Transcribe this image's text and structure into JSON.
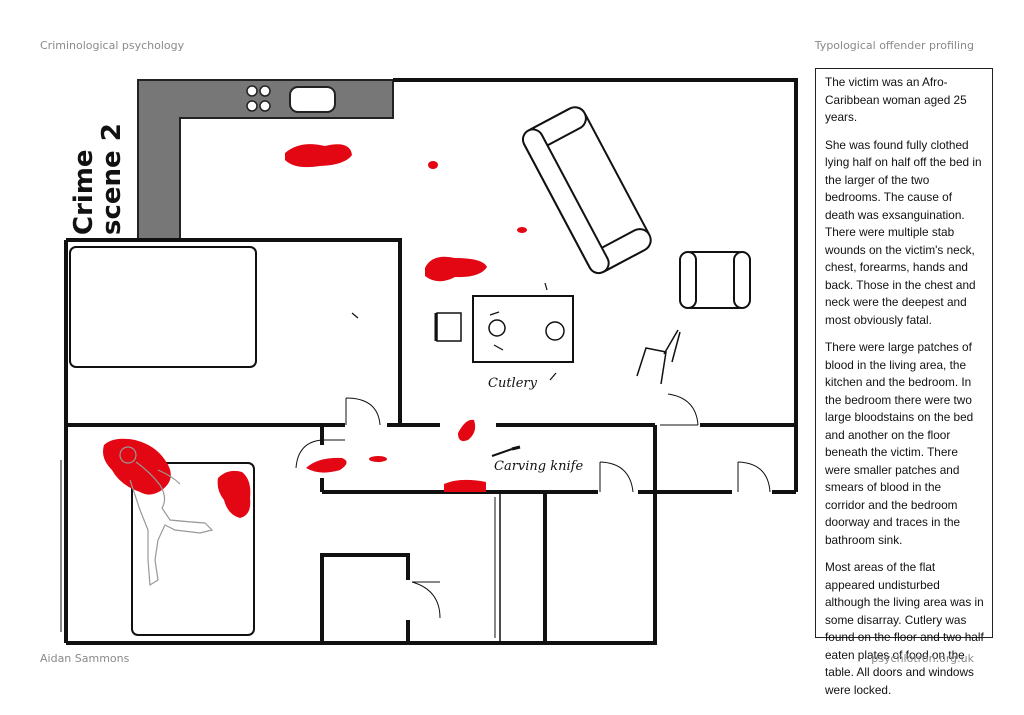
{
  "header": {
    "left": "Criminological psychology",
    "right": "Typological offender profiling"
  },
  "footer": {
    "left": "Aidan Sammons",
    "right": "psychlotron.org.uk"
  },
  "plan": {
    "title_line1": "Crime",
    "title_line2": "scene 2",
    "label_cutlery": "Cutlery",
    "label_knife": "Carving knife",
    "blood_color": "#e30613",
    "wall_color": "#111111",
    "counter_color": "#777777"
  },
  "description": {
    "paragraphs": [
      "The victim was an Afro-Caribbean woman aged 25 years.",
      "She was found fully clothed lying half on half off the bed in the larger of the two bedrooms.  The cause of death was exsanguination.  There were multiple stab wounds on the victim's neck, chest, forearms, hands and back.  Those in the chest and neck were the deepest and most obviously fatal.",
      "There were large patches of blood in the living area, the kitchen and the bedroom.  In the bedroom there were two large bloodstains on the bed and another on the floor beneath the victim.  There were smaller patches and smears of blood in the corridor and the bedroom doorway and traces in the bathroom sink.",
      "Most areas of the flat appeared undisturbed although the living area was in some disarray.  Cutlery was found on the floor and two half eaten plates of food on the table.  All doors and windows were locked."
    ]
  }
}
